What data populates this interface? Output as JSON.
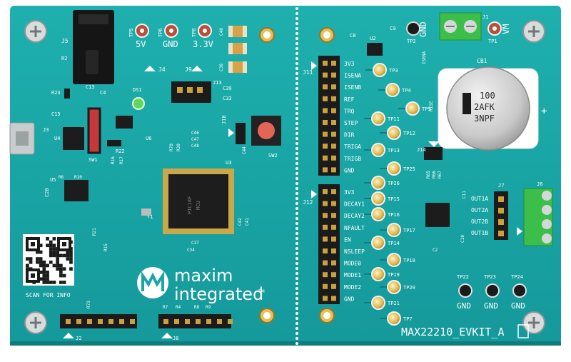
{
  "board": {
    "name": "MAX22210_EVKIT_A",
    "brand_line1": "maxim",
    "brand_line2": "integrated",
    "tm": "TM",
    "scan_label": "SCAN FOR INFO",
    "colors": {
      "pcb": "#1aa6a6",
      "pcb_dark": "#128a8c",
      "silk": "#ffffff",
      "gold": "#d9b24a",
      "header": "#1b1b1b",
      "terminal": "#3cbf4a"
    }
  },
  "top_labels": {
    "v5": "5V",
    "gnd": "GND",
    "v33": "3.3V",
    "gnd_right": "GND",
    "vm": "VM"
  },
  "j11": {
    "ref": "J11",
    "pins": [
      "3V3",
      "ISENA",
      "ISENB",
      "REF",
      "TRQ",
      "STEP",
      "DIR",
      "TRIGA",
      "TRIGB",
      "GND"
    ]
  },
  "j12": {
    "ref": "J12",
    "pins": [
      "3V3",
      "DECAY1",
      "DECAY2",
      "NFAULT",
      "EN",
      "NSLEEP",
      "MODE0",
      "MODE1",
      "MODE2",
      "GND"
    ]
  },
  "testpoints_j11": [
    "TP3",
    "TP4",
    "TP9",
    "TP11",
    "TP12",
    "TP13",
    "TP25",
    "TP26"
  ],
  "testpoints_j12": [
    "TP15",
    "TP16",
    "TP17",
    "TP14",
    "TP18",
    "TP19",
    "TP20",
    "TP21",
    "TP7"
  ],
  "outputs": {
    "ref": "J7",
    "terminal_ref": "J6",
    "labels": [
      "OUT1A",
      "OUT2A",
      "OUT2B",
      "OUT1B"
    ]
  },
  "gnd_testpoints": [
    {
      "ref": "TP22",
      "label": "GND"
    },
    {
      "ref": "TP23",
      "label": "GND"
    },
    {
      "ref": "TP24",
      "label": "GND"
    }
  ],
  "capacitor": {
    "ref": "CB1",
    "line1": "100",
    "line2": "2AFK",
    "line3": "3NPF",
    "plus": "+"
  },
  "refs": {
    "j5": "J5",
    "j4": "J4",
    "j9": "J9",
    "j13": "J13",
    "j10": "J10",
    "j3": "J3",
    "j2": "J2",
    "j8": "J8",
    "j14": "J14",
    "j1": "J1",
    "tp5": "TP5",
    "tp6": "TP6",
    "tp8": "TP8",
    "tp1": "TP1",
    "tp2": "TP2",
    "ds1": "DS1",
    "sw1": "SW1",
    "sw2": "SW2",
    "u2": "U2",
    "u3": "U3",
    "u4": "U4",
    "u5": "U5",
    "u6": "U6",
    "c8": "C8",
    "c9": "C9",
    "c11": "C11",
    "c10": "C10",
    "c2": "C2",
    "r23": "R23",
    "r22": "R22",
    "c15": "C15",
    "c20": "C20",
    "r73": "R73",
    "r7": "R7",
    "r4": "R4",
    "r8": "R8",
    "r9": "R9",
    "c46": "C46",
    "c42": "C42",
    "c47": "C47",
    "c48": "C48",
    "c41": "C41",
    "c44": "C44",
    "c39": "C39",
    "c33": "C33",
    "c34": "C34",
    "c37": "C37",
    "c13": "C13",
    "c4": "C4",
    "r2": "R2",
    "r16": "R16",
    "r17": "R17",
    "r21": "R21",
    "r15": "R15",
    "r70": "R70",
    "r30": "R30",
    "r6": "R6",
    "r10": "R10",
    "c40": "C40",
    "c36": "C36",
    "y1": "Y1",
    "r65": "R65",
    "r66": "R66",
    "r67": "R67",
    "isena2": "ISENA",
    "rise": "RISE"
  },
  "chips": {
    "u3_text1": "PIC18F",
    "u3_text2": "MCU"
  }
}
